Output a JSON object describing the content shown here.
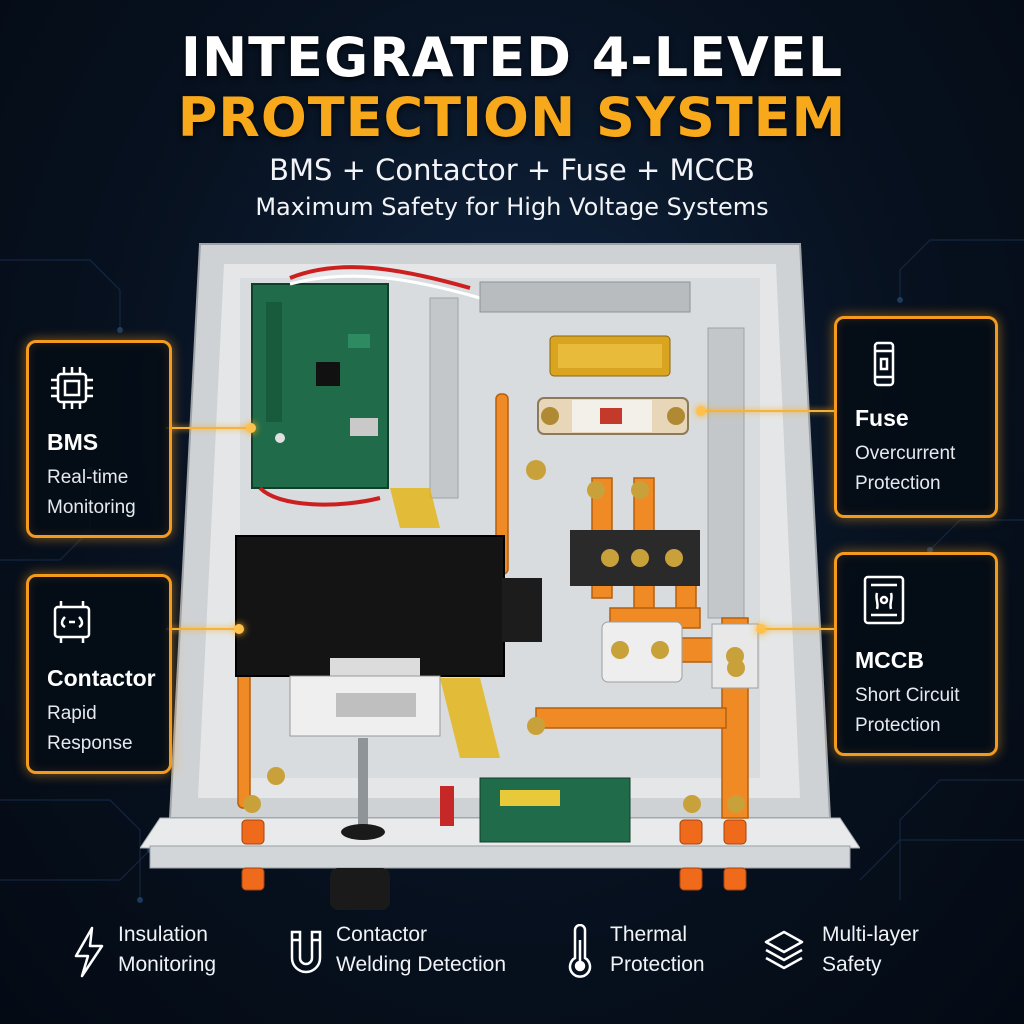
{
  "title": {
    "line1": "INTEGRATED 4-LEVEL",
    "line2": "PROTECTION SYSTEM",
    "subtitle1": "BMS + Contactor + Fuse + MCCB",
    "subtitle2": "Maximum Safety for High Voltage Systems"
  },
  "colors": {
    "accent": "#f7a81b",
    "background": "#07111f",
    "copper": "#f08a24"
  },
  "callouts": [
    {
      "id": "bms",
      "title": "BMS",
      "desc1": "Real-time",
      "desc2": "Monitoring",
      "icon": "chip-icon"
    },
    {
      "id": "contactor",
      "title": "Contactor",
      "desc1": "Rapid",
      "desc2": "Response",
      "icon": "relay-icon"
    },
    {
      "id": "fuse",
      "title": "Fuse",
      "desc1": "Overcurrent",
      "desc2": "Protection",
      "icon": "fuse-icon"
    },
    {
      "id": "mccb",
      "title": "MCCB",
      "desc1": "Short Circuit",
      "desc2": "Protection",
      "icon": "breaker-icon"
    }
  ],
  "features": [
    {
      "line1": "Insulation",
      "line2": "Monitoring",
      "icon": "lightning-icon"
    },
    {
      "line1": "Contactor",
      "line2": "Welding Detection",
      "icon": "magnet-icon"
    },
    {
      "line1": "Thermal",
      "line2": "Protection",
      "icon": "thermometer-icon"
    },
    {
      "line1": "Multi-layer",
      "line2": "Safety",
      "icon": "layers-icon"
    }
  ]
}
